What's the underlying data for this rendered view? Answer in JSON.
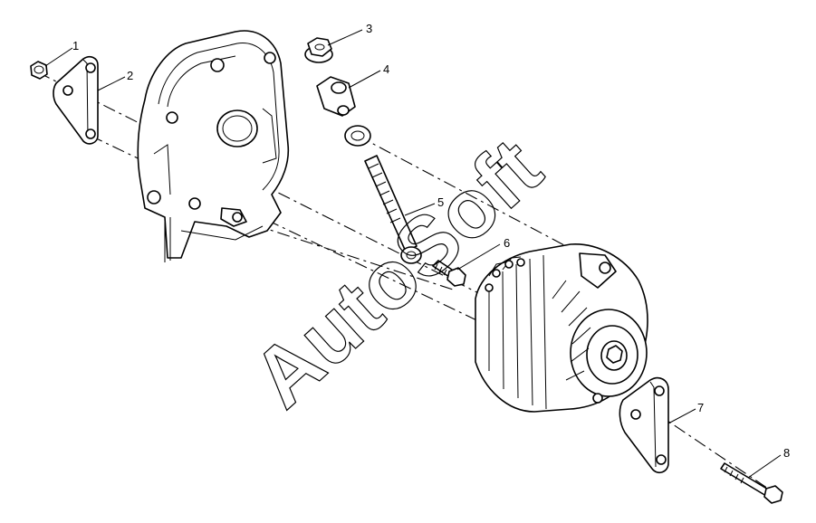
{
  "watermark": "AutoSoft",
  "callouts": [
    {
      "id": "1",
      "label": "1"
    },
    {
      "id": "2",
      "label": "2"
    },
    {
      "id": "3",
      "label": "3"
    },
    {
      "id": "4",
      "label": "4"
    },
    {
      "id": "5",
      "label": "5"
    },
    {
      "id": "6",
      "label": "6"
    },
    {
      "id": "7",
      "label": "7"
    },
    {
      "id": "8",
      "label": "8"
    }
  ],
  "colors": {
    "line": "#000000",
    "background": "#ffffff"
  }
}
